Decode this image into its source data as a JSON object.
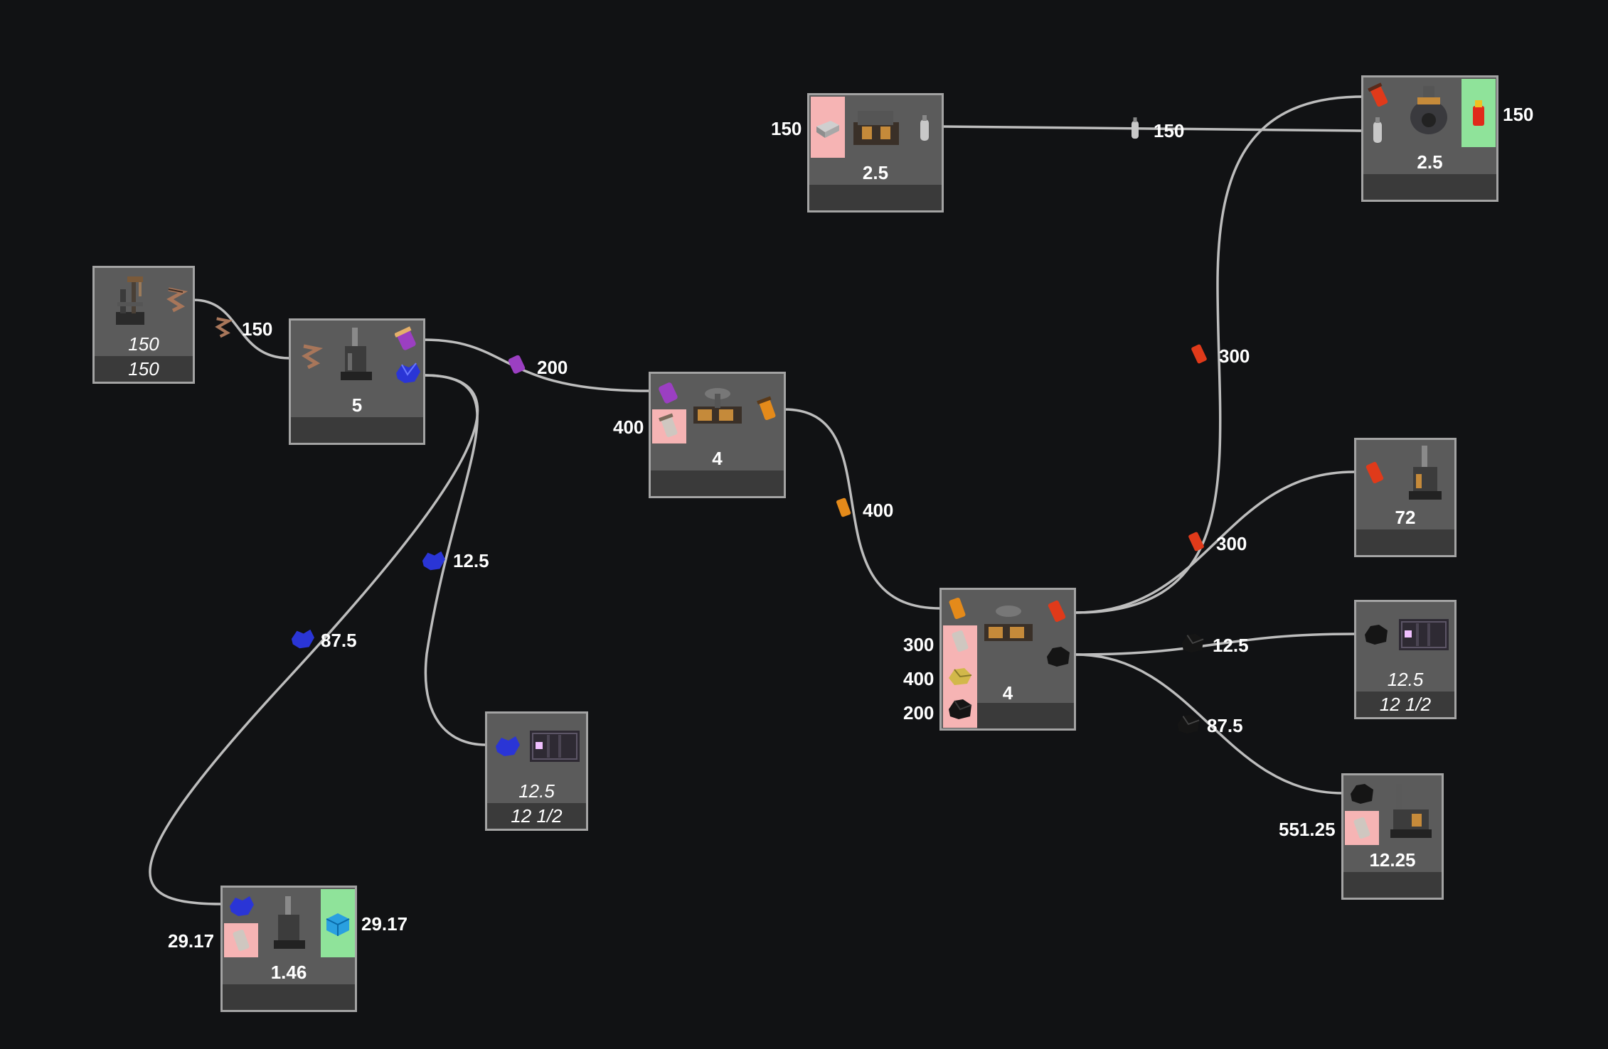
{
  "colors": {
    "background": "#111214",
    "node_fill": "#5b5b5b",
    "node_border": "#a3a3a3",
    "node_footer": "#3a3a3a",
    "link": "#bdbdbd",
    "input_highlight": "#f6b4b4",
    "output_highlight": "#8fe39a"
  },
  "nodes": {
    "extractor_left": {
      "rate": "150",
      "footer": "150"
    },
    "refinery_left": {
      "rate": "5"
    },
    "assembler_mid": {
      "rate": "4",
      "input_amount": "400"
    },
    "sink_left": {
      "rate": "12.5",
      "footer": "12 1/2"
    },
    "crafter_bottom": {
      "rate": "1.46",
      "input_amount": "29.17",
      "output_amount": "29.17"
    },
    "packager_top": {
      "rate": "2.5",
      "input_amount": "150"
    },
    "blender_top_right": {
      "rate": "2.5",
      "output_amount": "150"
    },
    "assembler_big": {
      "rate": "4",
      "input_amounts": [
        "300",
        "400",
        "200"
      ]
    },
    "generator_right": {
      "rate": "72"
    },
    "sink_right": {
      "rate": "12.5",
      "footer": "12 1/2"
    },
    "generator_bottom_right": {
      "rate": "12.25",
      "input_amount": "551.25"
    }
  },
  "links": {
    "wire_150": "150",
    "rod_200": "200",
    "crystal_12_5": "12.5",
    "crystal_87_5": "87.5",
    "orange_400": "400",
    "canister_150": "150",
    "red_300_a": "300",
    "red_300_b": "300",
    "coal_12_5": "12.5",
    "coal_87_5": "87.5"
  },
  "icons": [
    "extractor-machine-icon",
    "copper-wire-icon",
    "refinery-icon",
    "purple-rod-icon",
    "blue-crystal-icon",
    "assembler-icon",
    "orange-fuel-rod-icon",
    "pale-canister-icon",
    "storage-container-icon",
    "blue-cube-icon",
    "metal-ingot-icon",
    "packager-icon",
    "gas-canister-icon",
    "blender-icon",
    "red-fuel-rod-icon",
    "fuel-bottle-icon",
    "gold-nugget-icon",
    "coal-icon",
    "generator-icon"
  ]
}
